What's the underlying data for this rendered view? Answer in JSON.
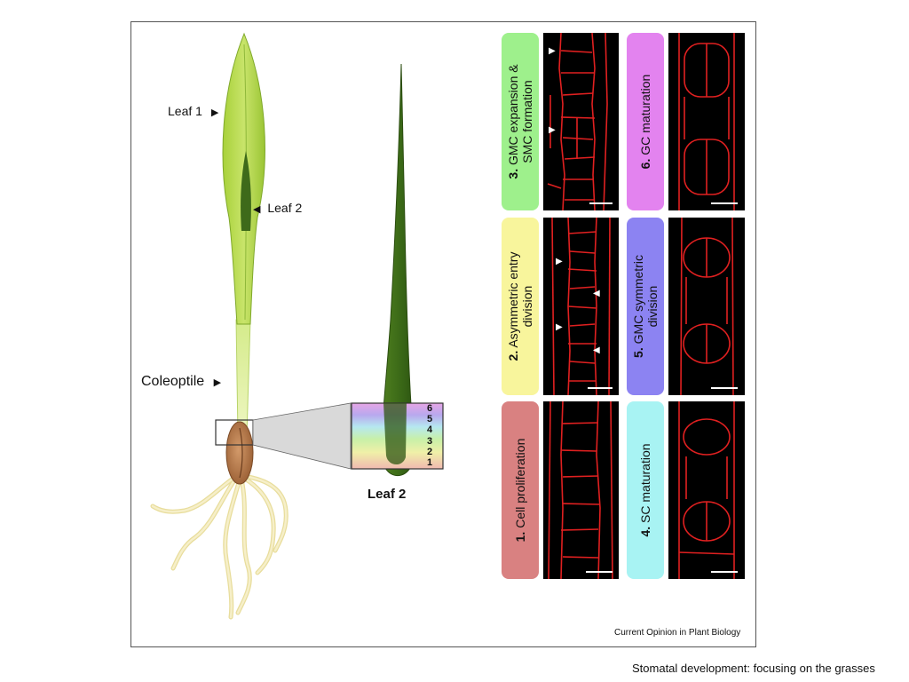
{
  "plant_labels": {
    "leaf1": "Leaf 1",
    "leaf2": "Leaf 2",
    "coleoptile": "Coleoptile"
  },
  "inset": {
    "title": "Leaf 2",
    "zone_numbers": [
      "6",
      "5",
      "4",
      "3",
      "2",
      "1"
    ]
  },
  "stages": [
    {
      "number": "1.",
      "text_lines": [
        "Cell proliferation"
      ],
      "color": "#d98181"
    },
    {
      "number": "2.",
      "text_lines": [
        "Asymmetric entry",
        "division"
      ],
      "color": "#f8f59c"
    },
    {
      "number": "3.",
      "text_lines": [
        "GMC expansion &",
        "SMC formation"
      ],
      "color": "#9ef08c"
    },
    {
      "number": "4.",
      "text_lines": [
        "SC maturation"
      ],
      "color": "#a8f3f3"
    },
    {
      "number": "5.",
      "text_lines": [
        "GMC symmetric",
        "division"
      ],
      "color": "#8c83f2"
    },
    {
      "number": "6.",
      "text_lines": [
        "GC maturation"
      ],
      "color": "#e383ef"
    }
  ],
  "credit": "Current Opinion in Plant Biology",
  "caption": "Stomatal development: focusing on the grasses",
  "colors": {
    "leaf_light": "#b5d94a",
    "leaf_dark": "#3f6b1a",
    "seed": "#b0744a",
    "roots": "#f0e7b4",
    "cell_wall": "#e02020"
  }
}
